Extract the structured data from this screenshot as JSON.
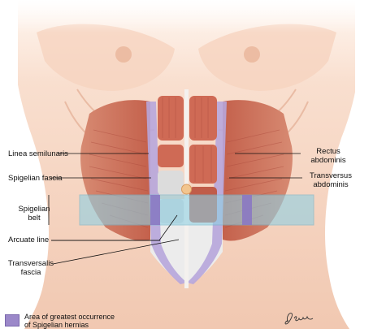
{
  "labels": {
    "linea_semilunaris": "Linea semilunaris",
    "spigelian_fascia": "Spigelian fascia",
    "spigelian_belt": "Spigelian\nbelt",
    "arcuate_line": "Arcuate line",
    "transversalis_fascia": "Transversalis\nfascia",
    "rectus_abdominis": "Rectus\nabdominis",
    "transversus_abdominis": "Transversus\nabdominis"
  },
  "legend": {
    "text_line1": "Area of greatest occurrence",
    "text_line2": "of Spigelian hernias"
  },
  "signature": "J. Konrad",
  "colors": {
    "skin": "#f7d9c7",
    "skin_shadow": "#eab79c",
    "muscle": "#c8604a",
    "muscle_light": "#e09a80",
    "fascia": "#eaeaea",
    "belt": "#a8dbe8",
    "hernia_area": "#9b88c9"
  }
}
